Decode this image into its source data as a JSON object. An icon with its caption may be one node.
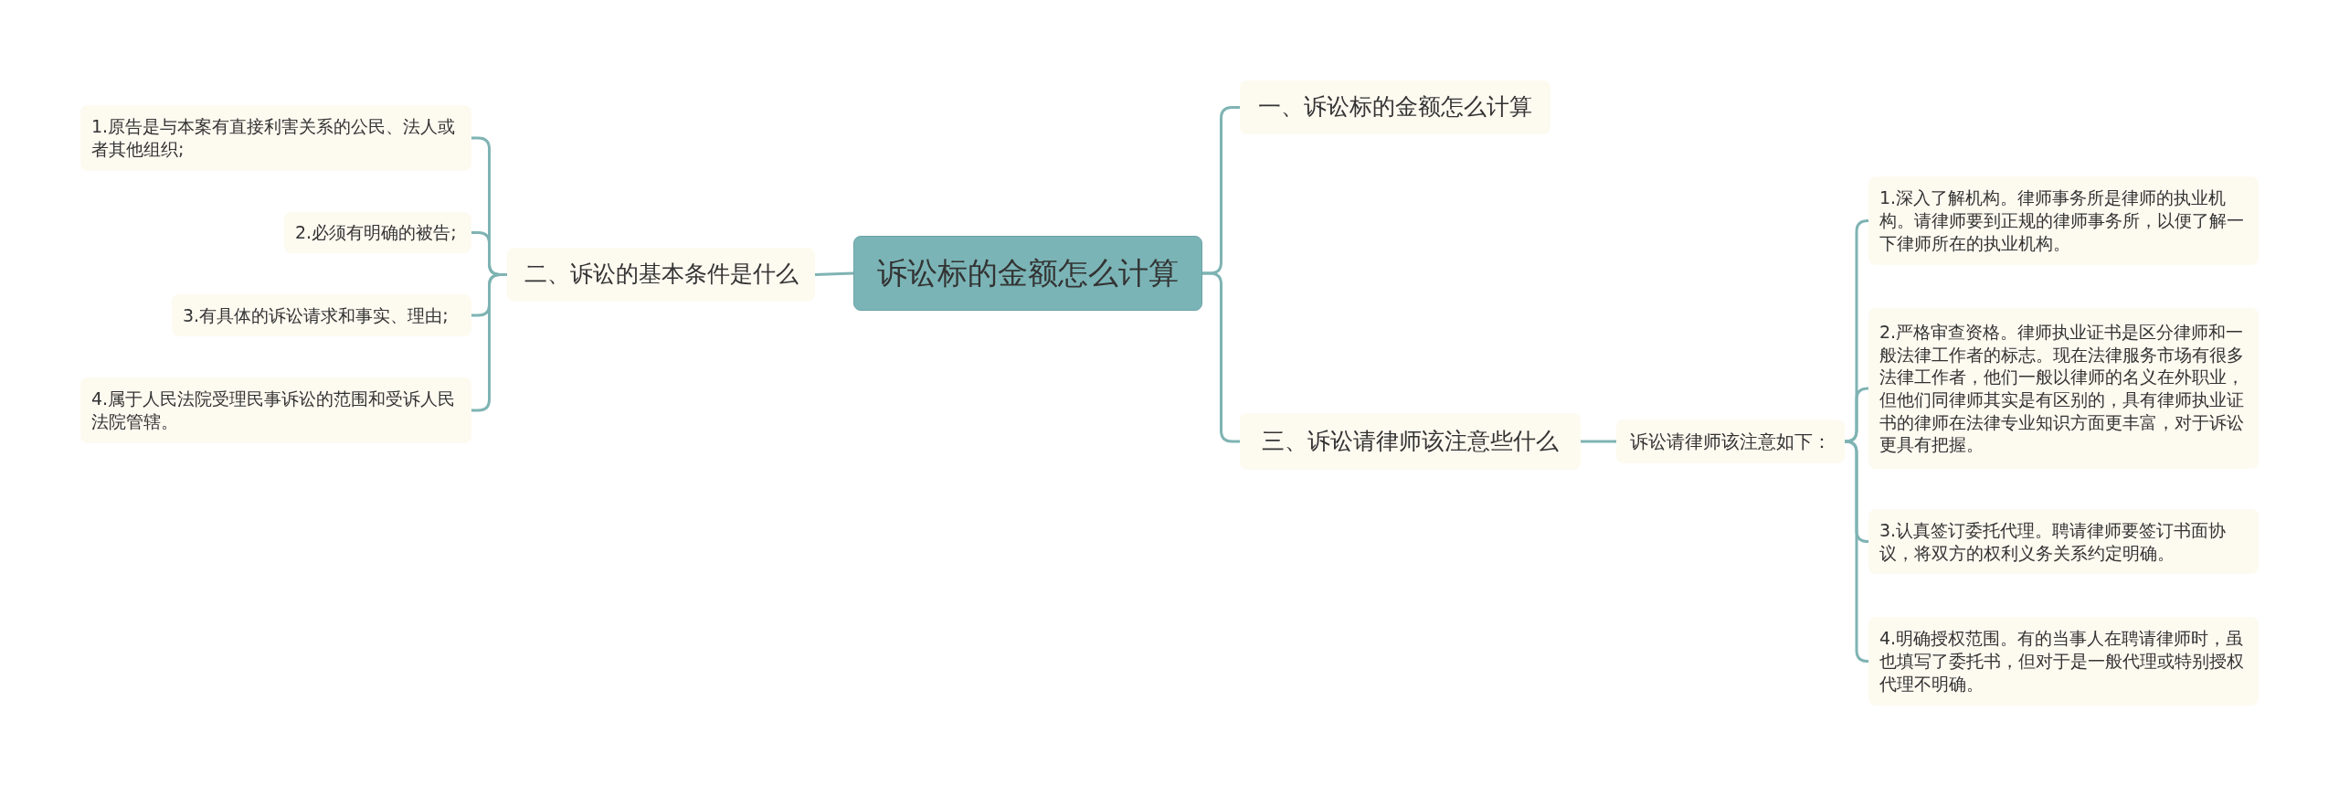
{
  "diagram": {
    "nodes": [
      {
        "text": [
          "诉讼标的金额怎么计算"
        ]
      },
      {
        "text": [
          "一、诉讼标的金额怎么计算"
        ]
      },
      {
        "text": [
          "二、诉讼的基本条件是什么"
        ]
      },
      {
        "text": [
          "三、诉讼请律师该注意些什么"
        ]
      },
      {
        "text": [
          "诉讼请律师该注意如下："
        ]
      },
      {
        "text": [
          "1.原告是与本案有直接利害关系的公民、法人或者其他组织;"
        ]
      },
      {
        "text": [
          "2.必须有明确的被告;"
        ]
      },
      {
        "text": [
          "3.有具体的诉讼请求和事实、理由;"
        ]
      },
      {
        "text": [
          "4.属于人民法院受理民事诉讼的范围和受诉人民法院管辖。"
        ]
      },
      {
        "text": [
          "1.深入了解机构。律师事务所是律师的执业机构。请律师要到正规的律师事务所，以便了解一下律师所在的执业机构。"
        ]
      },
      {
        "text": [
          "2.严格审查资格。律师执业证书是区分律师和一般法律工作者的标志。现在法律服务市场有很多法律工作者，他们一般以律师的名义在外职业，但他们同律师其实是有区别的，具有律师执业证书的律师在法律专业知识方面更丰富，对于诉讼更具有把握。"
        ]
      },
      {
        "text": [
          "3.认真签订委托代理。聘请律师要签订书面协议，将双方的权利义务关系约定明确。"
        ]
      },
      {
        "text": [
          "4.明确授权范围。有的当事人在聘请律师时，虽也填写了委托书，但对于是一般代理或特别授权代理不明确。"
        ]
      }
    ],
    "edges": [
      {
        "from": 0,
        "to": 1,
        "arrow": "none"
      },
      {
        "from": 0,
        "to": 2,
        "arrow": "none"
      },
      {
        "from": 0,
        "to": 3,
        "arrow": "none"
      },
      {
        "from": 3,
        "to": 4,
        "arrow": "none"
      },
      {
        "from": 2,
        "to": 5,
        "arrow": "none"
      },
      {
        "from": 2,
        "to": 6,
        "arrow": "none"
      },
      {
        "from": 2,
        "to": 7,
        "arrow": "none"
      },
      {
        "from": 2,
        "to": 8,
        "arrow": "none"
      },
      {
        "from": 4,
        "to": 9,
        "arrow": "none"
      },
      {
        "from": 4,
        "to": 10,
        "arrow": "none"
      },
      {
        "from": 4,
        "to": 11,
        "arrow": "none"
      },
      {
        "from": 4,
        "to": 12,
        "arrow": "none"
      }
    ]
  }
}
